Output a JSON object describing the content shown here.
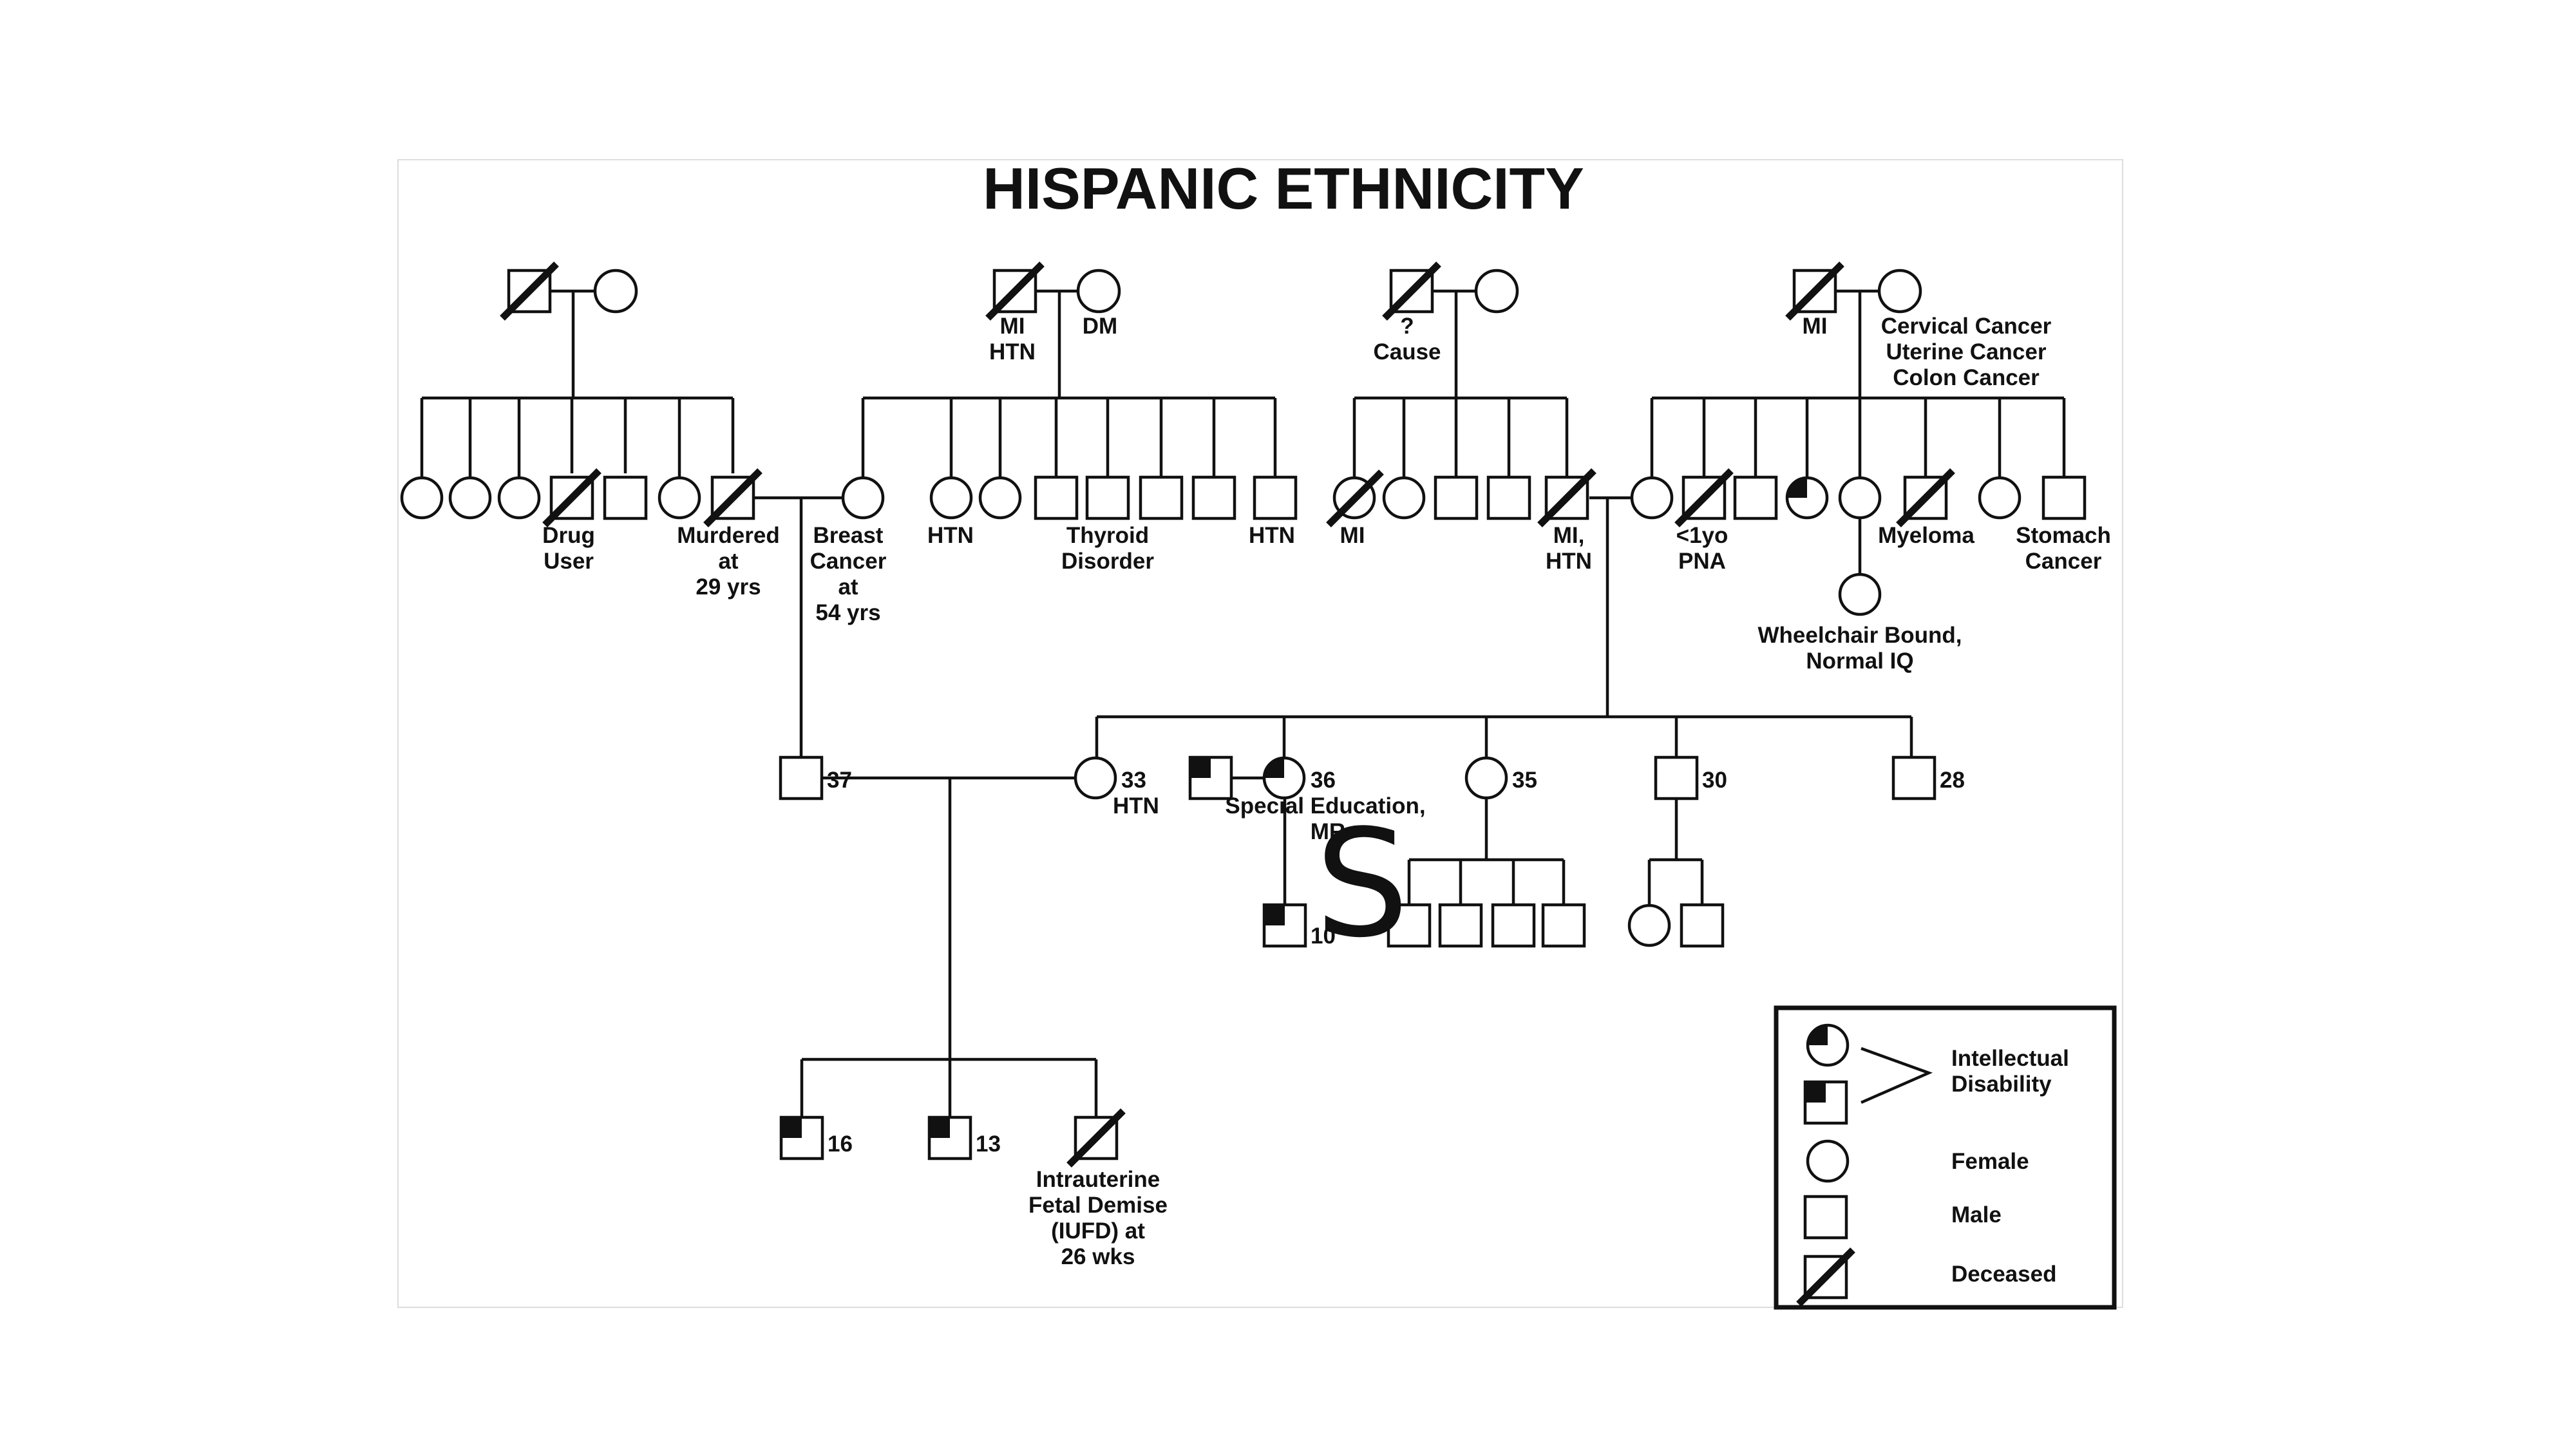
{
  "title": "HISPANIC ETHNICITY",
  "labels": {
    "g1_mi_htn": [
      "MI",
      "HTN"
    ],
    "g1_dm": "DM",
    "g1_cause": [
      "?",
      "Cause"
    ],
    "g1_mi": "MI",
    "g1_cervical": [
      "Cervical Cancer",
      "Uterine Cancer",
      "Colon Cancer"
    ],
    "drug_user": [
      "Drug",
      "User"
    ],
    "murdered": [
      "Murdered",
      "at",
      "29 yrs"
    ],
    "breast_cancer": [
      "Breast",
      "Cancer",
      "at",
      "54 yrs"
    ],
    "htn_a": "HTN",
    "thyroid": [
      "Thyroid",
      "Disorder"
    ],
    "htn_b": "HTN",
    "mi_c": "MI",
    "mi_htn_c": [
      "MI,",
      "HTN"
    ],
    "lt1yo": [
      "<1yo",
      "PNA"
    ],
    "myeloma": "Myeloma",
    "stomach": [
      "Stomach",
      "Cancer"
    ],
    "wheelchair": [
      "Wheelchair Bound,",
      "Normal IQ"
    ],
    "age_37": "37",
    "age_33": "33",
    "htn_33": "HTN",
    "age_36": "36",
    "special_ed": "Special Education,",
    "mr": "MR",
    "age_35": "35",
    "age_30": "30",
    "age_28": "28",
    "age_10": "10",
    "age_16": "16",
    "age_13": "13",
    "iufd": [
      "Intrauterine",
      "Fetal Demise",
      "(IUFD) at",
      "26 wks"
    ],
    "annotation_mark": "S"
  },
  "legend": {
    "intellectual_disability": [
      "Intellectual",
      "Disability"
    ],
    "female": "Female",
    "male": "Male",
    "deceased": "Deceased"
  },
  "colors": {
    "ink": "#111111",
    "background": "#ffffff"
  }
}
